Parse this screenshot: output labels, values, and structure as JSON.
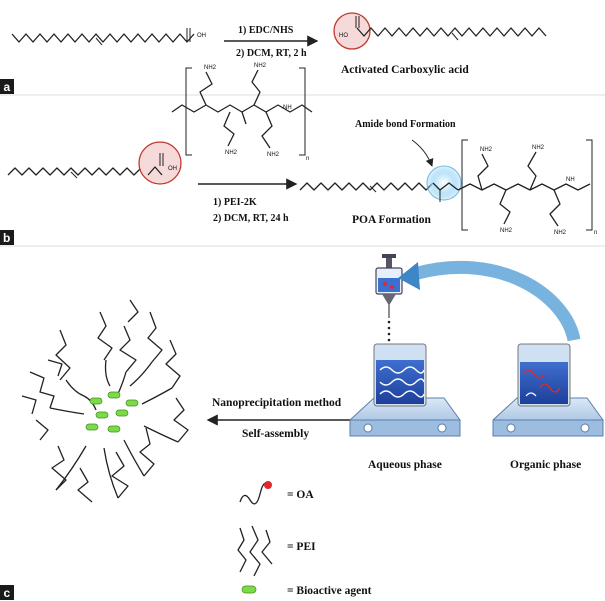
{
  "panels": [
    {
      "label": "a",
      "reaction": {
        "step1": "1)   EDC/NHS",
        "step2": "2) DCM, RT, 2 h"
      },
      "reactant_atom": "OH",
      "product_atom": "HO",
      "product_name": "Activated Carboxylic acid"
    },
    {
      "label": "b",
      "reactant_atom": "OH",
      "reaction": {
        "step1": "1)  PEI-2K",
        "step2": "2)  DCM, RT, 24 h"
      },
      "annotation": "Amide bond Formation",
      "product_name": "POA Formation",
      "subscript": "n",
      "amine_label": "NH",
      "amine2_label": "NH2"
    },
    {
      "label": "c",
      "method_label": "Nanoprecipitation method",
      "assembly_label": "Self-assembly",
      "aqueous_label": "Aqueous phase",
      "organic_label": "Organic  phase",
      "legend": [
        {
          "symbol": "oleic-acid-chain-icon",
          "text": "= OA"
        },
        {
          "symbol": "pei-branch-icon",
          "text": "= PEI"
        },
        {
          "symbol": "bioactive-agent-pill-icon",
          "text": "= Bioactive agent"
        }
      ]
    }
  ],
  "colors": {
    "highlight_ring": "#c0392b",
    "highlight_fill": "#f6dada",
    "amide_glow": "#8ed0f2",
    "arrow_blue": "#5fa6d8",
    "stirrer_blue": "#aac8e6",
    "bioactive_green": "#7cd94a",
    "oa_head": "#e0282f",
    "panel_tag_bg": "#1a1a1a"
  }
}
